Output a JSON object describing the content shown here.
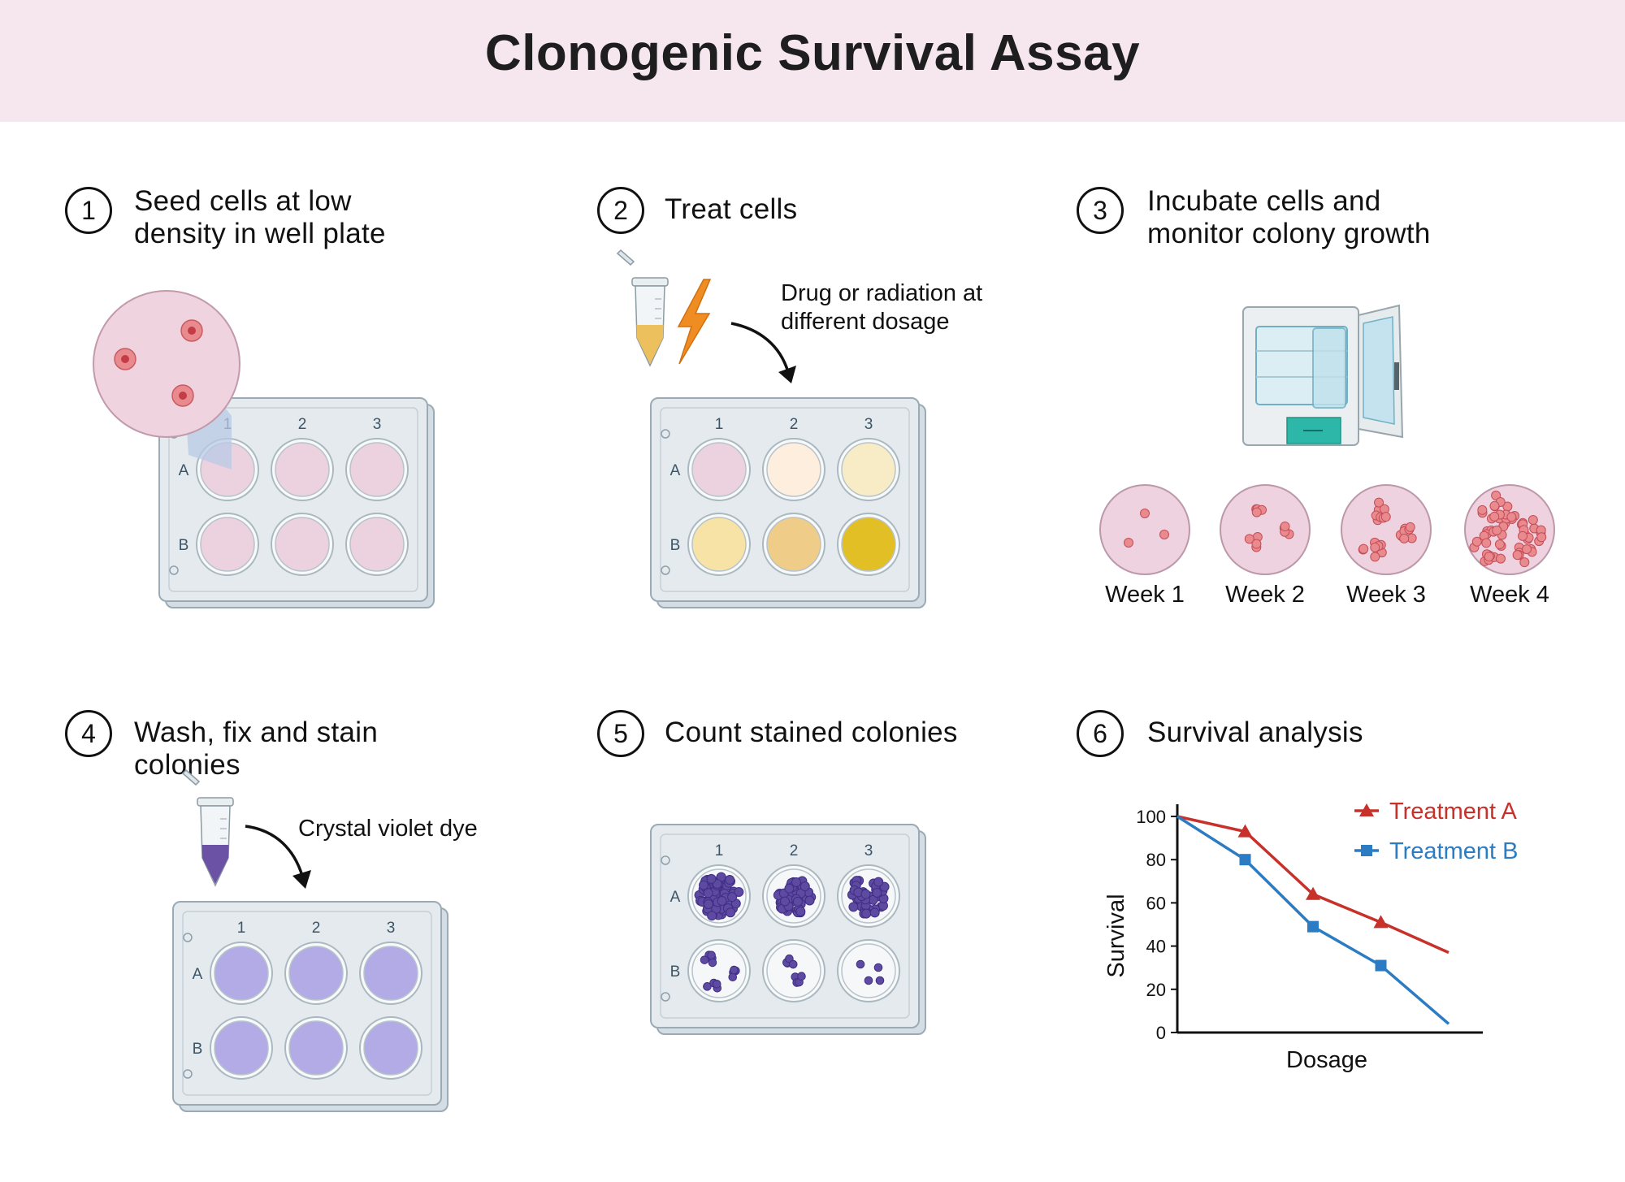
{
  "title": "Clonogenic Survival Assay",
  "steps": [
    {
      "num": "1",
      "title": "Seed cells at low\ndensity in well plate"
    },
    {
      "num": "2",
      "title": "Treat cells"
    },
    {
      "num": "3",
      "title": "Incubate cells and\nmonitor colony growth"
    },
    {
      "num": "4",
      "title": "Wash, fix and stain\ncolonies"
    },
    {
      "num": "5",
      "title": "Count stained colonies"
    },
    {
      "num": "6",
      "title": "Survival analysis"
    }
  ],
  "notes": {
    "treatment": "Drug or radiation at\ndifferent dosage",
    "dye": "Crystal violet dye"
  },
  "plate": {
    "columns": [
      "1",
      "2",
      "3"
    ],
    "rows": [
      "A",
      "B"
    ]
  },
  "weeks": [
    "Week 1",
    "Week 2",
    "Week 3",
    "Week 4"
  ],
  "colors": {
    "banner": "#f6e6ee",
    "seed_well": "#ecd1df",
    "treat_wells": [
      "#ecd1df",
      "#fdeede",
      "#f8ecc6",
      "#f7e3a6",
      "#efcd88",
      "#e2bf24"
    ],
    "stain_well": "#b2abe6",
    "colony": "#5e4ba1",
    "treatment_a": "#c8302a",
    "treatment_b": "#2b7cc2"
  },
  "chart_data": {
    "type": "line",
    "xlabel": "Dosage",
    "ylabel": "Survival",
    "ylim": [
      0,
      100
    ],
    "yticks": [
      0,
      20,
      40,
      60,
      80,
      100
    ],
    "x": [
      0,
      1,
      2,
      3,
      4
    ],
    "series": [
      {
        "name": "Treatment A",
        "marker": "triangle",
        "values": [
          100,
          93,
          64,
          51,
          37
        ]
      },
      {
        "name": "Treatment B",
        "marker": "square",
        "values": [
          100,
          80,
          49,
          31,
          4
        ]
      }
    ],
    "legend_position": "top-right"
  }
}
